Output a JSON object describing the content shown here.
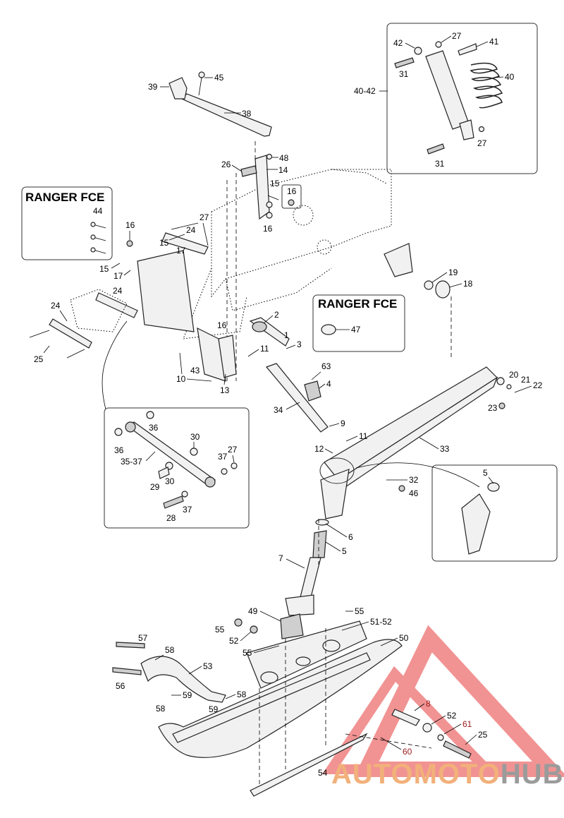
{
  "boxes": {
    "ranger_left_title": "RANGER FCE",
    "ranger_mid_title": "RANGER FCE",
    "ranger_mid_label": "47"
  },
  "labels": {
    "l39": "39",
    "l45": "45",
    "l38": "38",
    "l48": "48",
    "l26": "26",
    "l14": "14",
    "l15a": "15",
    "l16a": "16",
    "l16b": "16",
    "l40_42": "40-42",
    "l42": "42",
    "l27a": "27",
    "l41": "41",
    "l31a": "31",
    "l40": "40",
    "l27b": "27",
    "l31b": "31",
    "l44": "44",
    "l16c": "16",
    "l27c": "27",
    "l24a": "24",
    "l15b": "15",
    "l17a": "17",
    "l15c": "15",
    "l17b": "17",
    "l19": "19",
    "l18": "18",
    "l24b": "24",
    "l24c": "24",
    "l25a": "25",
    "l2": "2",
    "l1": "1",
    "l3": "3",
    "l16d": "16",
    "l11a": "11",
    "l43": "43",
    "l10": "10",
    "l13": "13",
    "l63": "63",
    "l4": "4",
    "l34": "34",
    "l9": "9",
    "l20": "20",
    "l21": "21",
    "l22": "22",
    "l23": "23",
    "l36a": "36",
    "l30a": "30",
    "l36b": "36",
    "l37a": "37",
    "l27d": "27",
    "l35_37": "35-37",
    "l29": "29",
    "l30b": "30",
    "l28": "28",
    "l37b": "37",
    "l12": "12",
    "l11b": "11",
    "l33": "33",
    "l32": "32",
    "l46": "46",
    "l5a": "5",
    "l6": "6",
    "l5b": "5",
    "l7": "7",
    "l49": "49",
    "l55a": "55",
    "l55b": "55",
    "l51_52": "51-52",
    "l52a": "52",
    "l55c": "55",
    "l50": "50",
    "l57": "57",
    "l58a": "58",
    "l53": "53",
    "l56": "56",
    "l58b": "58",
    "l59a": "59",
    "l59b": "59",
    "l58c": "58",
    "l8": "8",
    "l52b": "52",
    "l61": "61",
    "l25b": "25",
    "l60": "60",
    "l54": "54"
  },
  "watermark": {
    "part1": "AUTOMOTO",
    "part2": "HUB",
    "color_primary": "#f2b07a",
    "color_secondary": "#9b9b9b",
    "triangle_color": "#e63b3b"
  }
}
